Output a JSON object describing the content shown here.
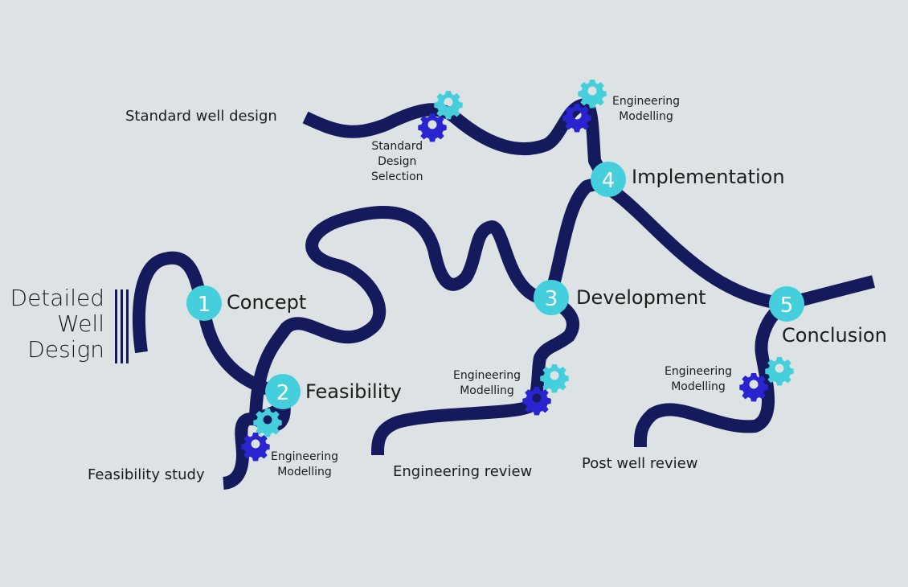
{
  "title": [
    "Detailed",
    "Well",
    "Design"
  ],
  "stages": [
    {
      "num": "1",
      "label": "Concept"
    },
    {
      "num": "2",
      "label": "Feasibility"
    },
    {
      "num": "3",
      "label": "Development"
    },
    {
      "num": "4",
      "label": "Implementation"
    },
    {
      "num": "5",
      "label": "Conclusion"
    }
  ],
  "branches": {
    "standard_well_design": "Standard well design",
    "feasibility_study": "Feasibility study",
    "engineering_review": "Engineering review",
    "post_well_review": "Post well review"
  },
  "sublabels": {
    "standard_design_selection": [
      "Standard",
      "Design",
      "Selection"
    ],
    "engineering_modelling": [
      "Engineering",
      "Modelling"
    ]
  },
  "colors": {
    "path": "#141a5c",
    "node": "#45cfdd",
    "gear_light": "#45cfdd",
    "gear_dark": "#2a24d0",
    "background": "#dde2e5"
  },
  "icons": [
    "gear-icon"
  ]
}
